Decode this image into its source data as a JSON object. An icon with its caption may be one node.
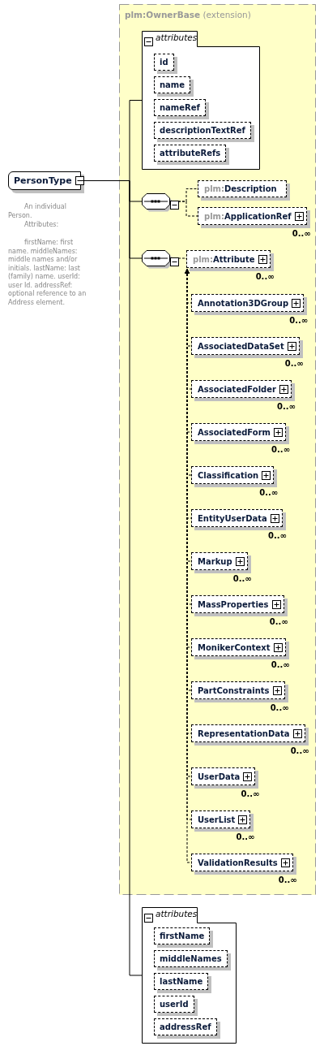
{
  "diagram": {
    "nodes": [
      {
        "text": [
          "PersonType"
        ],
        "beside": [
          "An individual Person.",
          "Attributes:",
          "firstName: first name. middleNames: middle names and/or initials. lastName: last (family) name. userId: user Id. addressRef: optional reference to an Address element."
        ]
      },
      {
        "text": [
          "**plm:OwnerBase** (extension)"
        ]
      },
      {
        "text": [
          "attributes"
        ],
        "in": 1
      },
      {
        "text": [
          "id"
        ],
        "in": 2
      },
      {
        "text": [
          "name"
        ],
        "in": 2
      },
      {
        "text": [
          "nameRef"
        ],
        "in": 2
      },
      {
        "text": [
          "descriptionTextRef"
        ],
        "in": 2
      },
      {
        "text": [
          "attributeRefs"
        ],
        "in": 2
      },
      {
        "text": [],
        "shape": "octagon",
        "in": 1
      },
      {
        "text": [
          "plm:Description"
        ],
        "in": 1
      },
      {
        "text": [
          "plm:ApplicationRef"
        ],
        "beside": [
          "0..∞"
        ],
        "in": 1
      },
      {
        "text": [],
        "shape": "octagon",
        "in": 1
      },
      {
        "text": [
          "plm:Attribute"
        ],
        "beside": [
          "0..∞"
        ],
        "in": 1
      },
      {
        "text": [
          "Annotation3DGroup"
        ],
        "beside": [
          "0..∞"
        ],
        "in": 1
      },
      {
        "text": [
          "AssociatedDataSet"
        ],
        "beside": [
          "0..∞"
        ],
        "in": 1
      },
      {
        "text": [
          "AssociatedFolder"
        ],
        "beside": [
          "0..∞"
        ],
        "in": 1
      },
      {
        "text": [
          "AssociatedForm"
        ],
        "beside": [
          "0..∞"
        ],
        "in": 1
      },
      {
        "text": [
          "Classification"
        ],
        "beside": [
          "0..∞"
        ],
        "in": 1
      },
      {
        "text": [
          "EntityUserData"
        ],
        "beside": [
          "0..∞"
        ],
        "in": 1
      },
      {
        "text": [
          "Markup"
        ],
        "beside": [
          "0..∞"
        ],
        "in": 1
      },
      {
        "text": [
          "MassProperties"
        ],
        "beside": [
          "0..∞"
        ],
        "in": 1
      },
      {
        "text": [
          "MonikerContext"
        ],
        "beside": [
          "0..∞"
        ],
        "in": 1
      },
      {
        "text": [
          "PartConstraints"
        ],
        "beside": [
          "0..∞"
        ],
        "in": 1
      },
      {
        "text": [
          "RepresentationData"
        ],
        "beside": [
          "0..∞"
        ],
        "in": 1
      },
      {
        "text": [
          "UserData"
        ],
        "beside": [
          "0..∞"
        ],
        "in": 1
      },
      {
        "text": [
          "UserList"
        ],
        "beside": [
          "0..∞"
        ],
        "in": 1
      },
      {
        "text": [
          "ValidationResults"
        ],
        "beside": [
          "0..∞"
        ],
        "in": 1
      },
      {
        "text": [
          "attributes"
        ]
      },
      {
        "text": [
          "firstName"
        ],
        "in": 27
      },
      {
        "text": [
          "middleNames"
        ],
        "in": 27
      },
      {
        "text": [
          "lastName"
        ],
        "in": 27
      },
      {
        "text": [
          "userId"
        ],
        "in": 27
      },
      {
        "text": [
          "addressRef"
        ],
        "in": 27
      }
    ],
    "edges": [
      {
        "from": 0,
        "to": 2,
        "arrow": "none"
      },
      {
        "from": 0,
        "to": 8,
        "arrow": "none"
      },
      {
        "from": 0,
        "to": 11,
        "arrow": "none"
      },
      {
        "from": 0,
        "to": 27,
        "arrow": "none"
      },
      {
        "from": 8,
        "to": 9,
        "arrow": "none",
        "style": "dashed"
      },
      {
        "from": 8,
        "to": 10,
        "arrow": "none",
        "style": "dashed"
      },
      {
        "from": 11,
        "to": 12,
        "arrow": "none",
        "style": "dashed"
      },
      {
        "from": 13,
        "to": 12,
        "arrow": "to",
        "style": "dashed"
      },
      {
        "from": 14,
        "to": 12,
        "arrow": "to",
        "style": "dashed"
      },
      {
        "from": 15,
        "to": 12,
        "arrow": "to",
        "style": "dashed"
      },
      {
        "from": 16,
        "to": 12,
        "arrow": "to",
        "style": "dashed"
      },
      {
        "from": 17,
        "to": 12,
        "arrow": "to",
        "style": "dashed"
      },
      {
        "from": 18,
        "to": 12,
        "arrow": "to",
        "style": "dashed"
      },
      {
        "from": 19,
        "to": 12,
        "arrow": "to",
        "style": "dashed"
      },
      {
        "from": 20,
        "to": 12,
        "arrow": "to",
        "style": "dashed"
      },
      {
        "from": 21,
        "to": 12,
        "arrow": "to",
        "style": "dashed"
      },
      {
        "from": 22,
        "to": 12,
        "arrow": "to",
        "style": "dashed"
      },
      {
        "from": 23,
        "to": 12,
        "arrow": "to",
        "style": "dashed"
      },
      {
        "from": 24,
        "to": 12,
        "arrow": "to",
        "style": "dashed"
      },
      {
        "from": 25,
        "to": 12,
        "arrow": "to",
        "style": "dashed"
      },
      {
        "from": 26,
        "to": 12,
        "arrow": "to",
        "style": "dashed"
      }
    ]
  }
}
